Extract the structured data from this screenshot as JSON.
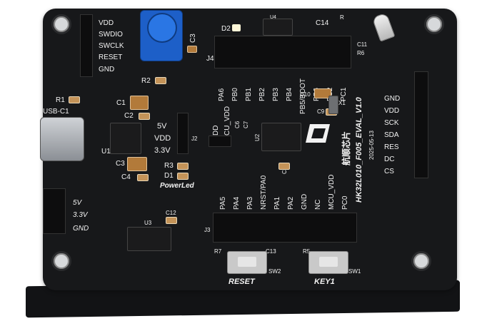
{
  "board": {
    "swd_labels": [
      "VDD",
      "SWDIO",
      "SWCLK",
      "RESET",
      "GND"
    ],
    "refs": {
      "d2": "D2",
      "u4": "U4",
      "c14": "C14",
      "r_top": "R",
      "c3_top": "C3",
      "j4": "J4",
      "c11": "C11",
      "r6": "R6",
      "r2": "R2",
      "r1": "R1",
      "usb_c": "USB-C1",
      "c1": "C1",
      "c2": "C2",
      "c3": "C3",
      "c4": "C4",
      "u1": "U1",
      "r3": "R3",
      "d1": "D1",
      "j2": "J2",
      "c6": "C6",
      "c7": "C7",
      "u2": "U2",
      "c8": "C8",
      "c10": "C10",
      "c9": "C9",
      "x1": "X1",
      "j3": "J3",
      "u3": "U3",
      "c12": "C12",
      "r7": "R7",
      "c13": "C13",
      "sw2": "SW2",
      "r5": "R5",
      "sw1": "SW1"
    },
    "top_header_labels": [
      "PA6",
      "PB0",
      "PB1",
      "PB2",
      "PB3",
      "PB4",
      "PB5/BOOT",
      "PB6",
      "PC2",
      "PC1"
    ],
    "side_left_labels": [
      "DD",
      "CU_VDD"
    ],
    "right_header_labels": [
      "GND",
      "VDD",
      "SCK",
      "SDA",
      "RES",
      "DC",
      "CS"
    ],
    "power_select_labels": [
      "5V",
      "VDD",
      "3.3V"
    ],
    "power_led_label": "PowerLed",
    "bottom_left_labels": [
      "5V",
      "3.3V",
      "GND"
    ],
    "bottom_header_labels": [
      "PA5",
      "PA4",
      "PA3",
      "NRST/PA0",
      "PA1",
      "PA2",
      "GND",
      "NC",
      "MCU_VDD",
      "PC0"
    ],
    "reset_label": "RESET",
    "key1_label": "KEY1",
    "title_cn": "航顺芯片",
    "title_model": "HK32L010_F005_EVAL_V1.0",
    "title_date": "2025-05-13"
  },
  "colors": {
    "pcb": "#17181a",
    "silkscreen": "#f2f2f2",
    "pot_blue": "#1d5fc8",
    "pad_gold": "#c9a13b"
  }
}
